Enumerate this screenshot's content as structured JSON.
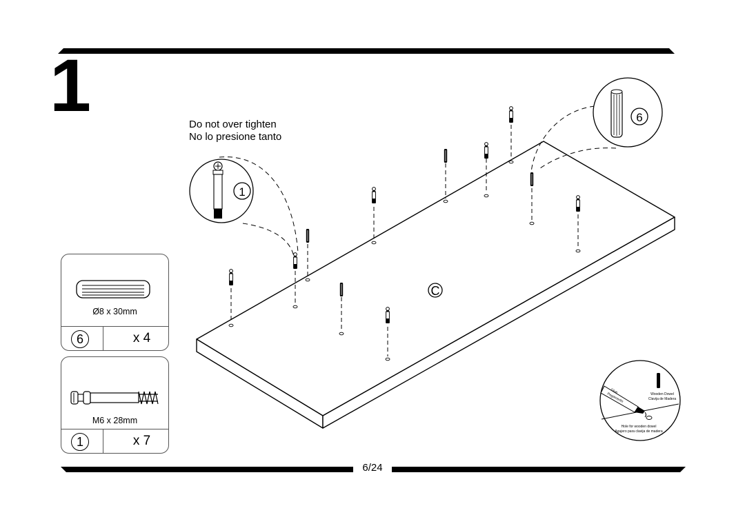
{
  "step": {
    "number": "1"
  },
  "warning": {
    "line_en": "Do not over tighten",
    "line_es": "No lo presione tanto"
  },
  "panel": {
    "label": "C"
  },
  "callouts": {
    "cam_badge": "1",
    "dowel_badge": "6"
  },
  "parts": [
    {
      "id": "6",
      "size": "Ø8 x 30mm",
      "qty": "x 4",
      "icon": "wooden-dowel-icon"
    },
    {
      "id": "1",
      "size": "M6 x 28mm",
      "qty": "x 7",
      "icon": "cam-bolt-icon"
    }
  ],
  "glue_detail": {
    "glue_label": "Glue",
    "glue_label_es": "Pegamento",
    "dowel_label_en": "Wooden Dowel",
    "dowel_label_es": "Clavija de Madera",
    "hole_label_en": "Hole for wooden dowel",
    "hole_label_es": "Agujero para clavija de madera"
  },
  "footer": {
    "page": "6/24"
  }
}
